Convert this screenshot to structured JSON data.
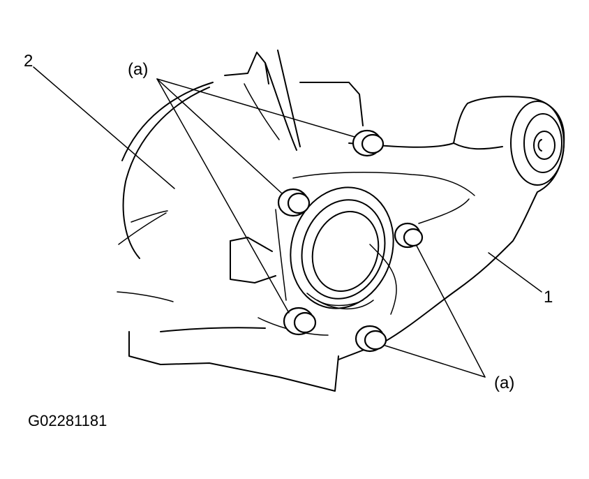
{
  "labels": {
    "bolt_group_top": "(a)",
    "bolt_group_bottom": "(a)",
    "part_1": "1",
    "part_2": "2",
    "figure_code": "G02281181"
  },
  "colors": {
    "line": "#000000",
    "background": "#ffffff"
  }
}
